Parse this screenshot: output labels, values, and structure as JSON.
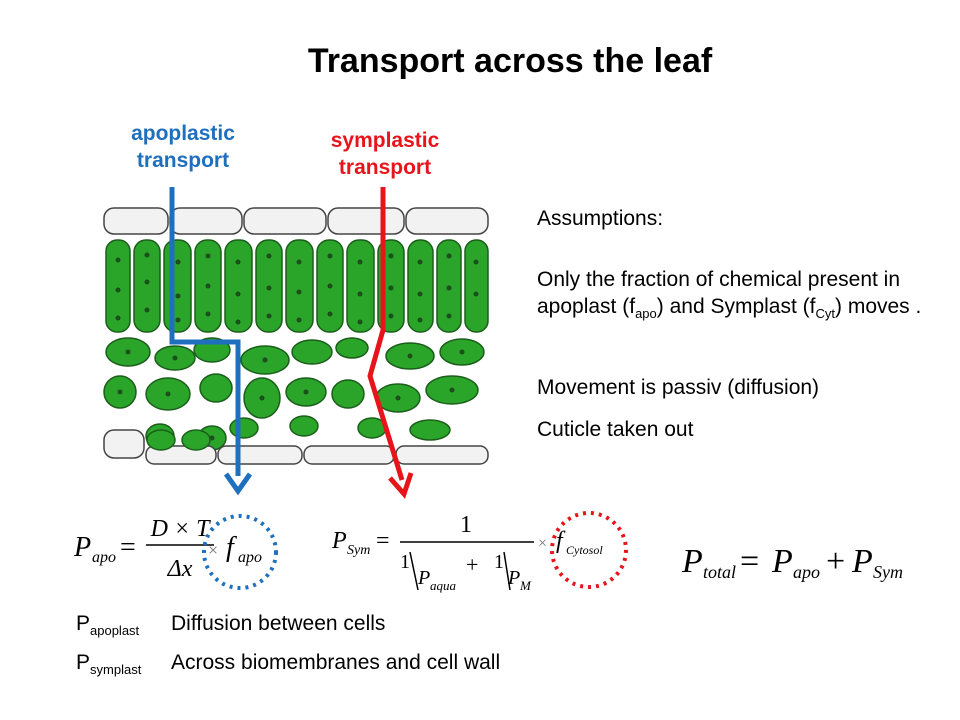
{
  "title": "Transport across the leaf",
  "routes": {
    "apoplastic": {
      "line1": "apoplastic",
      "line2": "transport",
      "color": "#1f6fbf"
    },
    "symplastic": {
      "line1": "symplastic",
      "line2": "transport",
      "color": "#e8141c"
    }
  },
  "assumptions": {
    "heading": "Assumptions:",
    "item1_part1": "Only the fraction of chemical present in apoplast (f",
    "item1_sub1": "apo",
    "item1_part2": ") and Symplast (f",
    "item1_sub2": "Cyt",
    "item1_part3": ") moves .",
    "item2": "Movement is passiv (diffusion)",
    "item3": "Cuticle taken out"
  },
  "equations": {
    "apo": {
      "lhs": "P",
      "lhs_sub": "apo",
      "num": "D × T",
      "den": "Δx",
      "factor": "f",
      "factor_sub": "apo"
    },
    "sym": {
      "lhs": "P",
      "lhs_sub": "Sym",
      "num": "1",
      "term1": "1",
      "term1_den": "P",
      "term1_den_sub": "aqua",
      "term2": "1",
      "term2_den": "P",
      "term2_den_sub": "M",
      "factor": "f",
      "factor_sub": "Cytosol"
    },
    "total": {
      "lhs": "P",
      "lhs_sub": "total",
      "t1": "P",
      "t1_sub": "apo",
      "t2": "P",
      "t2_sub": "Sym"
    }
  },
  "legend": [
    {
      "symbol": "P",
      "sub": "apoplast",
      "desc": "Diffusion between cells"
    },
    {
      "symbol": "P",
      "sub": "symplast",
      "desc": "Across biomembranes and cell wall"
    }
  ],
  "colors": {
    "cell_green": "#2aa52a",
    "cell_dark": "#1b6d1b",
    "epidermis": "#f2f2f2"
  }
}
